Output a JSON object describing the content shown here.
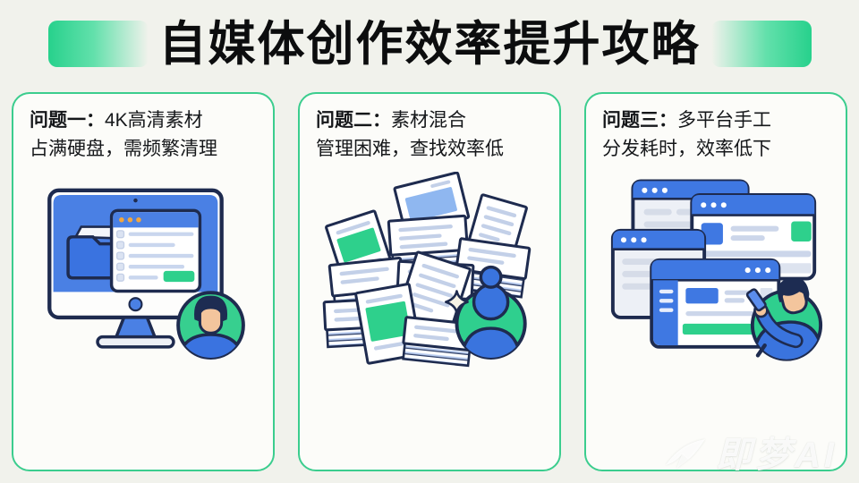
{
  "title": {
    "text": "自媒体创作效率提升攻略"
  },
  "colors": {
    "accent_green": "#2ad18c",
    "panel_border_green": "#3bcd8e",
    "illustration_blue": "#3f78e2",
    "outline_navy": "#1e2b4f",
    "highlight_green": "#2ed08c",
    "page_background": "#f1f2ec",
    "card_background": "#fcfcf9"
  },
  "cards": [
    {
      "heading": {
        "lead": "问题一：",
        "line1": "4K高清素材",
        "line2": "占满硬盘，需频繁清理"
      },
      "illustration": "desktop-computer-full-disk"
    },
    {
      "heading": {
        "lead": "问题二：",
        "line1": "素材混合",
        "line2": "管理困难，查找效率低"
      },
      "illustration": "messy-paper-stacks"
    },
    {
      "heading": {
        "lead": "问题三：",
        "line1": "多平台手工",
        "line2": "分发耗时，效率低下"
      },
      "illustration": "multiple-browser-windows"
    }
  ],
  "watermark": {
    "text": "即梦AI",
    "logo": "paper-plane-icon"
  }
}
